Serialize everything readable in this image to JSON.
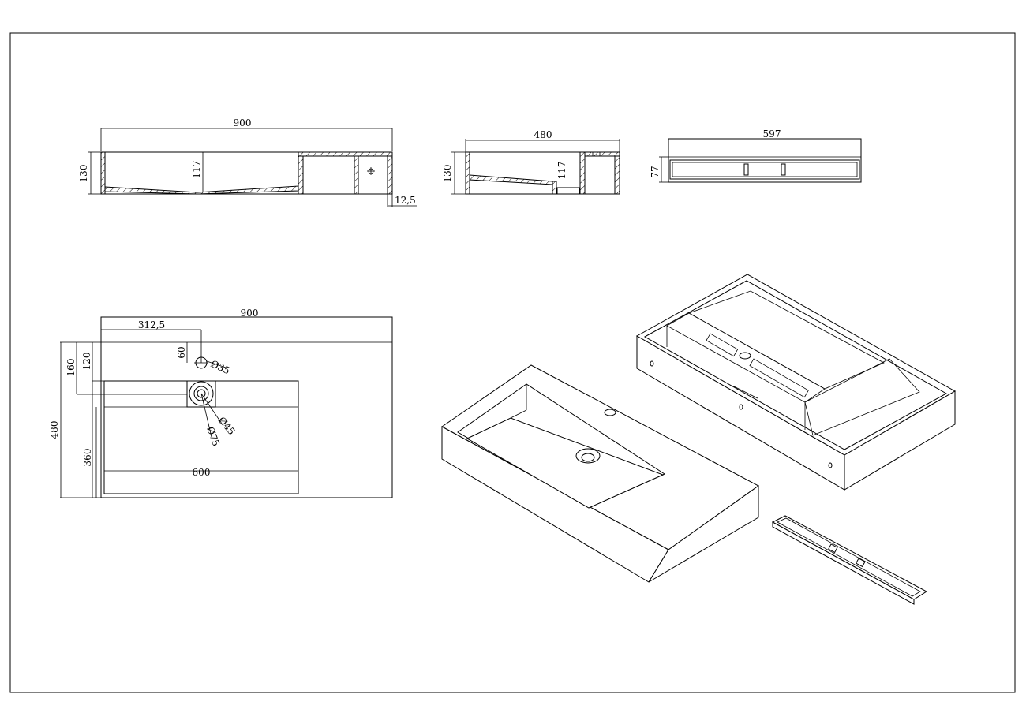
{
  "dimensions": {
    "front_width": "900",
    "front_height": "130",
    "front_depth": "117",
    "wall_thickness": "12,5",
    "side_width": "480",
    "side_height": "130",
    "side_depth": "117",
    "cover_width": "597",
    "cover_height": "77",
    "plan_width": "900",
    "plan_offset": "312,5",
    "plan_tap_offset": "60",
    "plan_dim_120": "120",
    "plan_dim_160": "160",
    "plan_depth": "480",
    "plan_dim_360": "360",
    "plan_basin_width": "600",
    "tap_hole": "Ø35",
    "drain_inner": "Ø45",
    "drain_outer": "Ø75"
  }
}
